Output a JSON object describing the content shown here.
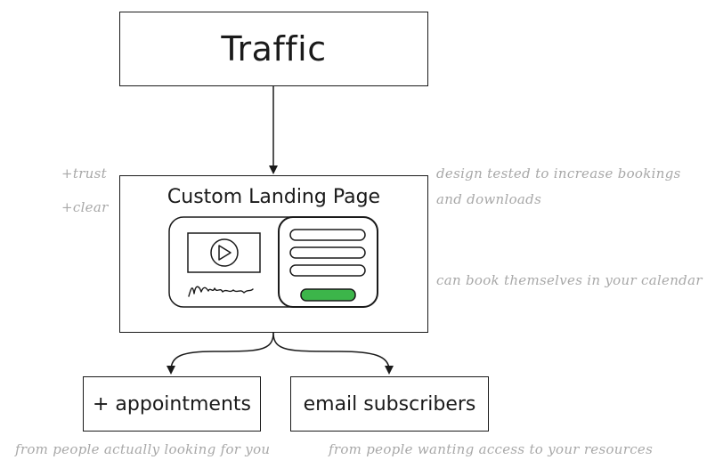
{
  "nodes": {
    "traffic": "Traffic",
    "landing_page": "Custom Landing Page",
    "appointments": "+ appointments",
    "email_subscribers": "email subscribers"
  },
  "annotations": {
    "left_trust": "+trust",
    "left_clear": "+clear",
    "design_line1": "design tested to increase bookings",
    "design_line2": "and downloads",
    "calendar": "can book themselves in your calendar",
    "appointments_note": "from people actually looking for you",
    "email_note": "from people wanting access to your resources"
  },
  "colors": {
    "stroke": "#1a1a1a",
    "annotation": "#a8a8a8",
    "button_fill": "#3cb54a"
  },
  "icons": {
    "video": "play-icon",
    "signature": "signature-scribble"
  }
}
